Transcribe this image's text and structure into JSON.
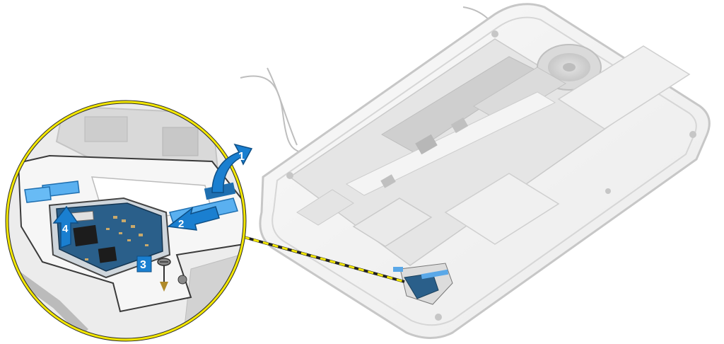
{
  "steps": [
    {
      "number": "1",
      "action": "lift-arrow"
    },
    {
      "number": "2",
      "action": "slide-arrow"
    },
    {
      "number": "3",
      "action": "screw-callout"
    },
    {
      "number": "4",
      "action": "lift-arrow"
    }
  ],
  "colors": {
    "callout_ring": "#f2e600",
    "connector_dash": "#f2e600",
    "arrow_blue": "#1a7fd0",
    "step_badge": "#1a7fd0",
    "board_blue": "#2a5f8a",
    "chassis_gray": "#c8c8c8"
  },
  "icons": [
    "lift-arrow-icon",
    "slide-arrow-icon",
    "screw-icon"
  ]
}
